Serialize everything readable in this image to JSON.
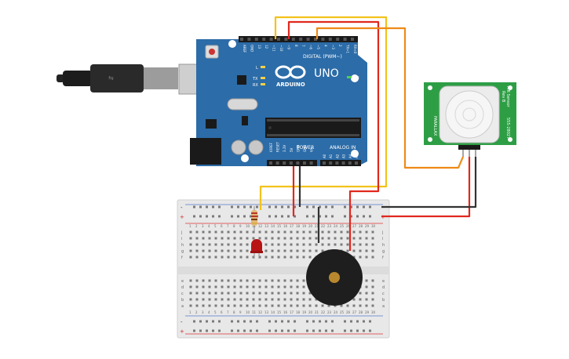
{
  "arduino": {
    "brand": "ARDUINO",
    "model": "UNO",
    "digital_header_label": "DIGITAL (PWM~)",
    "power_header_label": "POWER",
    "analog_header_label": "ANALOG IN",
    "led_labels": [
      "L",
      "TX",
      "RX"
    ],
    "on_label": "ON",
    "top_pin_labels": [
      "AREF",
      "GND",
      "13",
      "12",
      "~11",
      "~10",
      "~9",
      "8",
      "7",
      "~6",
      "~5",
      "4",
      "~3",
      "2",
      "TX>1",
      "RX<0"
    ],
    "power_pin_labels": [
      "IOREF",
      "RESET",
      "3.3V",
      "5V",
      "GND",
      "GND",
      "Vin"
    ],
    "analog_pin_labels": [
      "A0",
      "A1",
      "A2",
      "A3",
      "A4",
      "A5"
    ]
  },
  "pir_sensor": {
    "name": "PIR Sensor",
    "revision": "Rev B",
    "part_number": "555-28027",
    "brand": "PARALLAX"
  },
  "breadboard": {
    "row_letters_top": [
      "j",
      "i",
      "h",
      "g",
      "f"
    ],
    "row_letters_bottom": [
      "e",
      "d",
      "c",
      "b",
      "a"
    ],
    "column_numbers": [
      "1",
      "2",
      "3",
      "4",
      "5",
      "6",
      "7",
      "8",
      "9",
      "10",
      "11",
      "12",
      "13",
      "14",
      "15",
      "16",
      "17",
      "18",
      "19",
      "20",
      "21",
      "22",
      "23",
      "24",
      "25",
      "26",
      "27",
      "28",
      "29",
      "30"
    ],
    "rail_minus": "-",
    "rail_plus": "+"
  },
  "colors": {
    "board": "#2C6CA8",
    "breadboard": "#E8E8E8",
    "pir_board": "#2E9E45",
    "wire_yellow": "#F2C21A",
    "wire_red": "#E0281E",
    "wire_orange": "#EE8A17",
    "wire_black": "#333333",
    "led": "#B81414",
    "buzzer": "#1E1E1E",
    "usb_cable": "#222222"
  }
}
